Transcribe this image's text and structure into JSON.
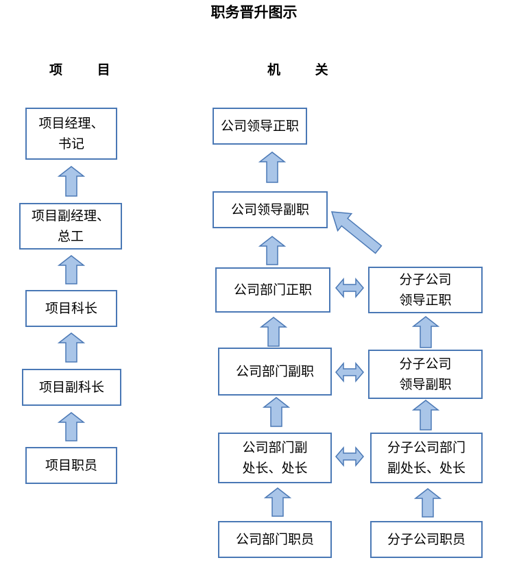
{
  "title": "职务晋升图示",
  "columns": {
    "project": "项  目",
    "office": "机  关"
  },
  "project_boxes": [
    "项目经理、\n书记",
    "项目副经理、\n总工",
    "项目科长",
    "项目副科长",
    "项目职员"
  ],
  "office_boxes": [
    "公司领导正职",
    "公司领导副职",
    "公司部门正职",
    "公司部门副职",
    "公司部门副\n处长、处长",
    "公司部门职员"
  ],
  "subsidiary_boxes": [
    "分子公司\n领导正职",
    "分子公司\n领导副职",
    "分子公司部门\n副处长、处长",
    "分子公司职员"
  ],
  "colors": {
    "box_border": "#4a78b5",
    "arrow_fill": "#a9c5e8",
    "arrow_stroke": "#4a78b5"
  }
}
